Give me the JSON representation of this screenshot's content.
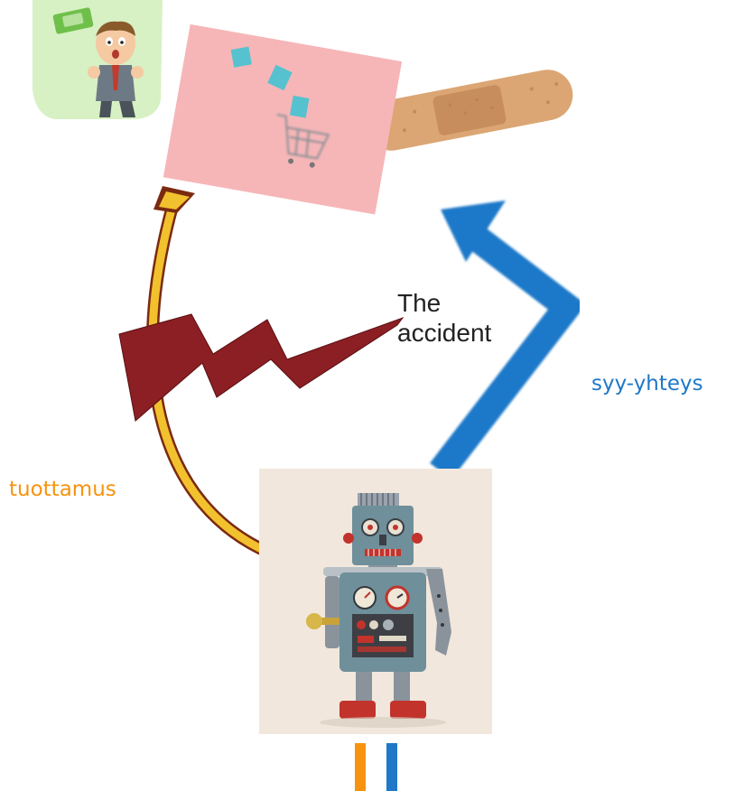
{
  "labels": {
    "tuottamus": "tuottamus",
    "syy_yhteys": "syy-yhteys",
    "accident_line1": "The",
    "accident_line2": "accident"
  },
  "colors": {
    "orange": "#f7930e",
    "blue": "#1f78c8",
    "dark_red": "#8b1f24",
    "gold": "#f2c12e",
    "pink_card": "#f6b4b6",
    "bandage": "#d9a274",
    "green_bg": "#d7f1c4",
    "robot_bg": "#f3ebe2"
  },
  "icons": {
    "bar_left": "orange-bar",
    "bar_right": "blue-bar"
  }
}
